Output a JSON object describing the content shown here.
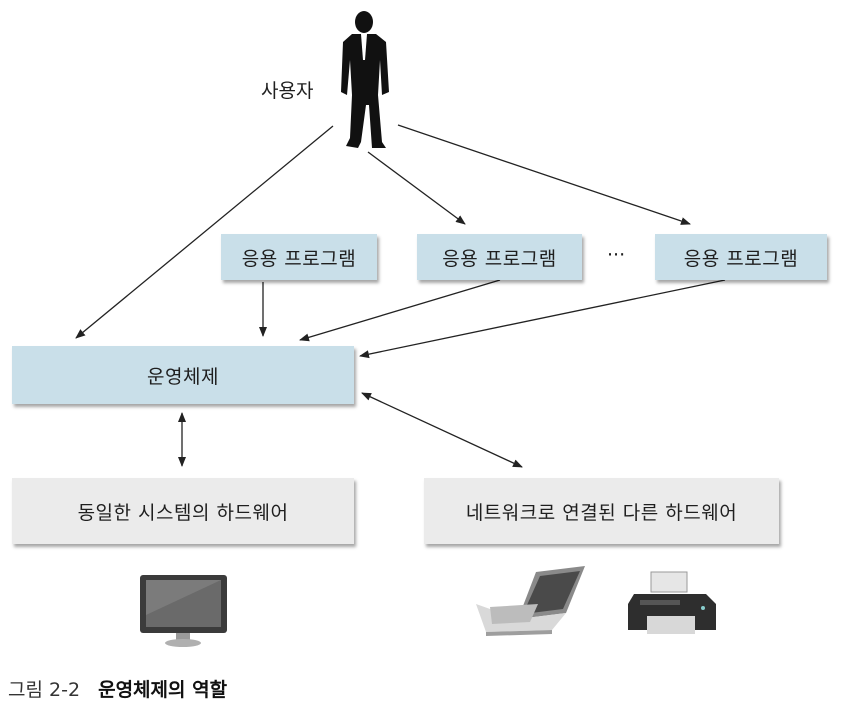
{
  "user": {
    "label": "사용자",
    "icon": "person-silhouette-icon"
  },
  "app_programs": [
    {
      "label": "응용 프로그램"
    },
    {
      "label": "응용 프로그램"
    },
    {
      "label": "응용 프로그램"
    }
  ],
  "ellipsis": "···",
  "os": {
    "label": "운영체제"
  },
  "local_hw": {
    "label": "동일한 시스템의 하드웨어",
    "icon": "monitor-icon"
  },
  "network_hw": {
    "label": "네트워크로 연결된 다른 하드웨어",
    "icons": [
      "laptop-icon",
      "printer-icon"
    ]
  },
  "caption": {
    "number": "그림 2-2",
    "title": "운영체제의 역할"
  },
  "colors": {
    "app_box": "#c9dfe9",
    "hw_box": "#ebebeb",
    "arrow": "#222222"
  }
}
